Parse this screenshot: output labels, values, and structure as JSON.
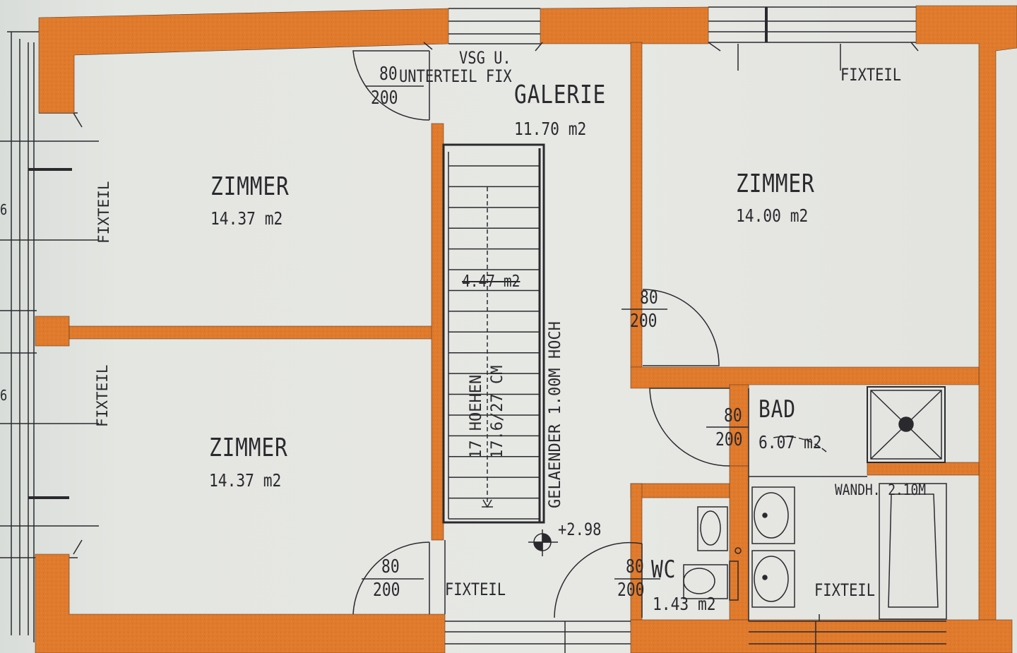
{
  "rooms": {
    "zimmer_top_left": {
      "name": "ZIMMER",
      "area": "14.37 m2"
    },
    "zimmer_bottom_left": {
      "name": "ZIMMER",
      "area": "14.37 m2"
    },
    "zimmer_right": {
      "name": "ZIMMER",
      "area": "14.00 m2"
    },
    "galerie": {
      "name": "GALERIE",
      "area": "11.70 m2"
    },
    "stairs": {
      "area": "4.47 m2",
      "steps": "17 HOEHEN",
      "step_size": "17.6/27 CM"
    },
    "bad": {
      "name": "BAD",
      "area": "6.07 m2"
    },
    "wc": {
      "name": "WC",
      "area": "1.43 m2"
    }
  },
  "doors": {
    "top_left": {
      "width": "80",
      "height": "200"
    },
    "right_zimmer": {
      "width": "80",
      "height": "200"
    },
    "bad": {
      "width": "80",
      "height": "200"
    },
    "wc": {
      "width": "80",
      "height": "200"
    },
    "bottom_left": {
      "width": "80",
      "height": "200"
    }
  },
  "annotations": {
    "vsg": "VSG U.",
    "unterteil": "UNTERTEIL FIX",
    "fixteil": "FIXTEIL",
    "gelaender": "GELAENDER 1.00M HOCH",
    "level": "+2.98",
    "wandh": "WANDH. 2.10M",
    "dim_6a": "6",
    "dim_6b": "6"
  },
  "colors": {
    "wall": "#e07a2c",
    "paper": "#e6e8e4",
    "line": "#2a2a2e"
  }
}
